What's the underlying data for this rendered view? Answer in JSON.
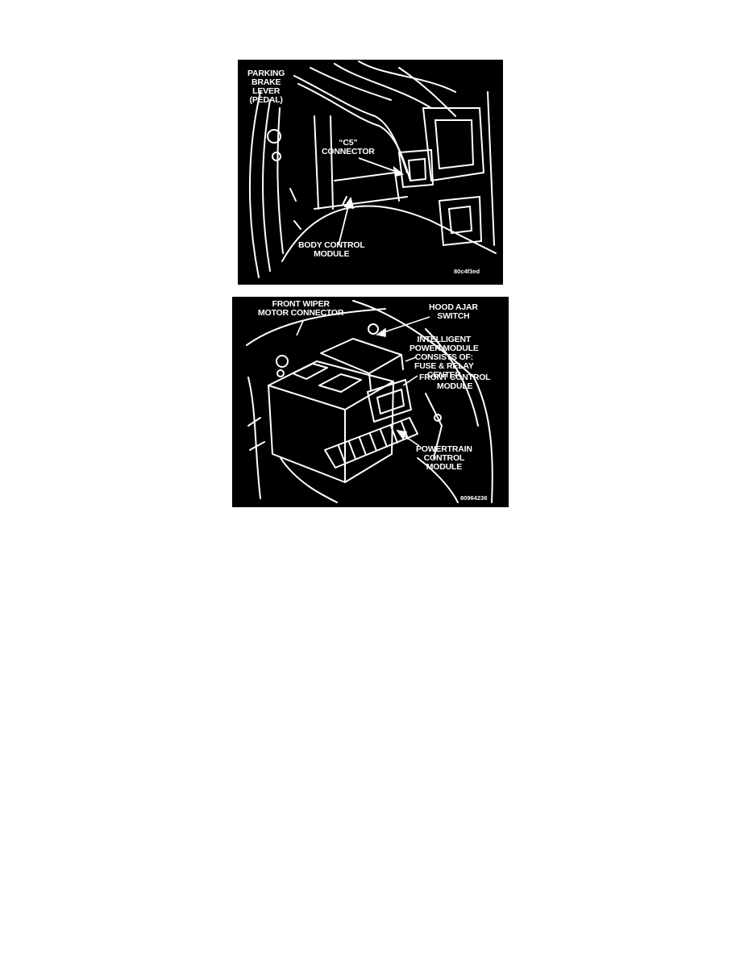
{
  "figures": [
    {
      "id": "fig1",
      "labels": {
        "parking_brake": [
          "PARKING",
          "BRAKE",
          "LEVER",
          "(PEDAL)"
        ],
        "c5_connector": [
          "“C5”",
          "CONNECTOR"
        ],
        "body_control_module": [
          "BODY CONTROL",
          "MODULE"
        ]
      },
      "code": "80c4f3ed"
    },
    {
      "id": "fig2",
      "labels": {
        "front_wiper": [
          "FRONT WIPER",
          "MOTOR CONNECTOR"
        ],
        "hood_ajar": [
          "HOOD AJAR",
          "SWITCH"
        ],
        "intelligent_power": [
          "INTELLIGENT",
          "POWER MODULE",
          "CONSISTS OF:",
          "FUSE & RELAY",
          "CENTER"
        ],
        "front_control": [
          "FRONT CONTROL",
          "MODULE"
        ],
        "powertrain": [
          "POWERTRAIN",
          "CONTROL",
          "MODULE"
        ]
      },
      "code": "80964236"
    }
  ],
  "colors": {
    "background": "#000000",
    "linework": "#ffffff",
    "page": "#ffffff"
  }
}
